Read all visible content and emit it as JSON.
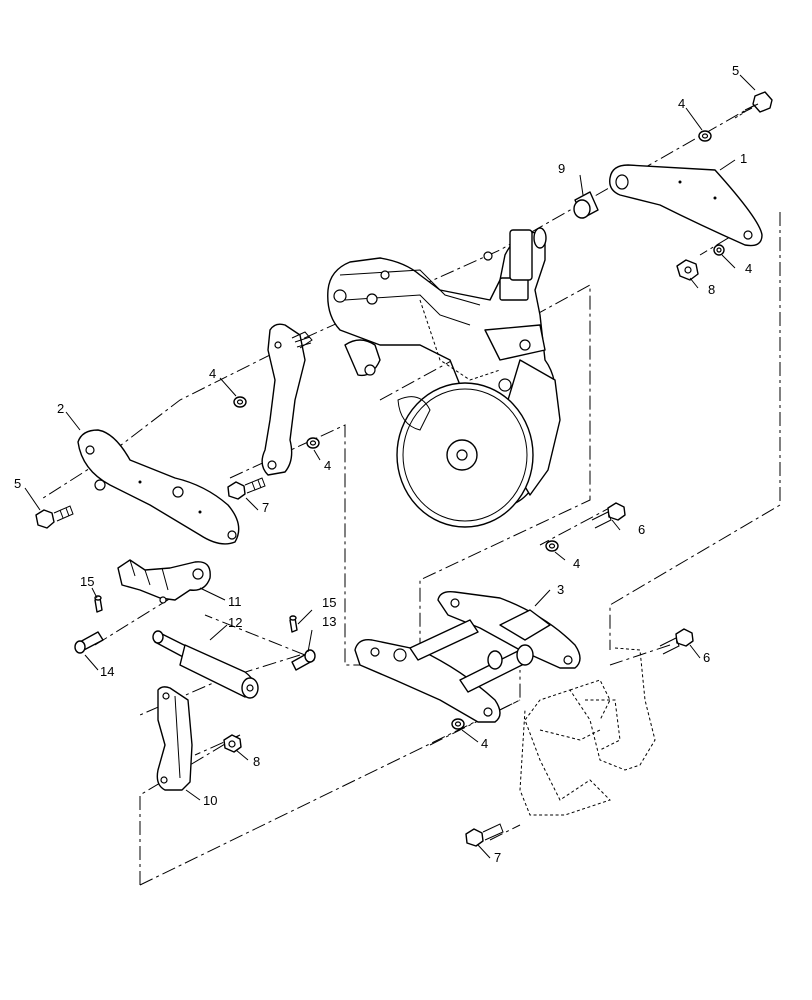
{
  "diagram": {
    "callouts": [
      {
        "id": "c1",
        "label": "1"
      },
      {
        "id": "c2",
        "label": "2"
      },
      {
        "id": "c3",
        "label": "3"
      },
      {
        "id": "c4a",
        "label": "4"
      },
      {
        "id": "c4b",
        "label": "4"
      },
      {
        "id": "c4c",
        "label": "4"
      },
      {
        "id": "c4d",
        "label": "4"
      },
      {
        "id": "c4e",
        "label": "4"
      },
      {
        "id": "c4f",
        "label": "4"
      },
      {
        "id": "c5a",
        "label": "5"
      },
      {
        "id": "c5b",
        "label": "5"
      },
      {
        "id": "c6a",
        "label": "6"
      },
      {
        "id": "c6b",
        "label": "6"
      },
      {
        "id": "c7a",
        "label": "7"
      },
      {
        "id": "c7b",
        "label": "7"
      },
      {
        "id": "c8a",
        "label": "8"
      },
      {
        "id": "c8b",
        "label": "8"
      },
      {
        "id": "c9",
        "label": "9"
      },
      {
        "id": "c10",
        "label": "10"
      },
      {
        "id": "c11",
        "label": "11"
      },
      {
        "id": "c12",
        "label": "12"
      },
      {
        "id": "c13",
        "label": "13"
      },
      {
        "id": "c14",
        "label": "14"
      },
      {
        "id": "c15a",
        "label": "15"
      },
      {
        "id": "c15b",
        "label": "15"
      }
    ]
  }
}
